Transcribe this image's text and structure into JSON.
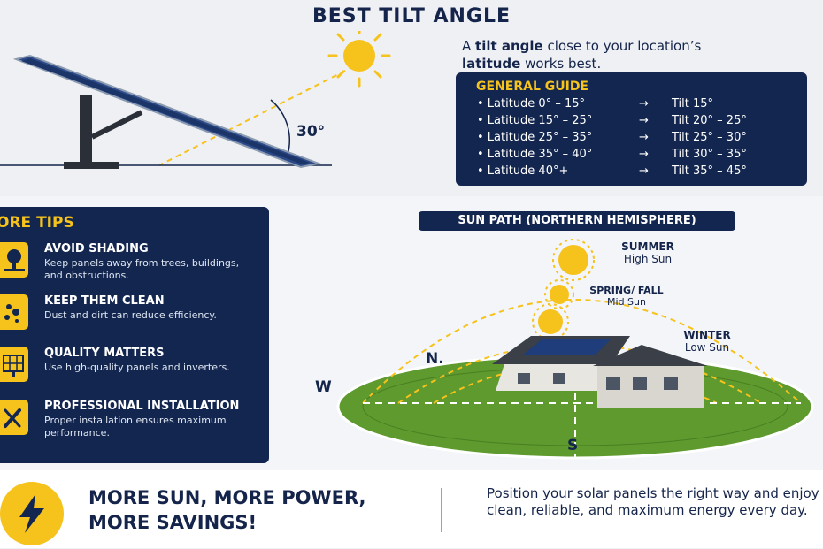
{
  "title": "BEST TILT ANGLE",
  "intro": {
    "part1": "A ",
    "bold1": "tilt angle",
    "part2": " close to your location’s ",
    "bold2": "latitude",
    "part3": " works best."
  },
  "angle_label": "30°",
  "guide": {
    "title": "GENERAL GUIDE",
    "arrow": "→",
    "rows": [
      {
        "latitude": "• Latitude 0° – 15°",
        "tilt": "Tilt 15°"
      },
      {
        "latitude": "• Latitude 15° – 25°",
        "tilt": "Tilt 20° – 25°"
      },
      {
        "latitude": "• Latitude 25° – 35°",
        "tilt": "Tilt 25° – 30°"
      },
      {
        "latitude": "• Latitude 35° – 40°",
        "tilt": "Tilt 30° – 35°"
      },
      {
        "latitude": "• Latitude 40°+",
        "tilt": "Tilt 35° – 45°"
      }
    ]
  },
  "tips": {
    "title": "ORE TIPS",
    "items": [
      {
        "heading": "AVOID SHADING",
        "text": "Keep panels away from trees, buildings, and obstructions.",
        "icon": "tree-icon"
      },
      {
        "heading": "KEEP THEM CLEAN",
        "text": "Dust and dirt can reduce efficiency.",
        "icon": "dirt-icon"
      },
      {
        "heading": "QUALITY MATTERS",
        "text": "Use high-quality panels and inverters.",
        "icon": "solar-panel-icon"
      },
      {
        "heading": "PROFESSIONAL INSTALLATION",
        "text": "Proper installation ensures maximum performance.",
        "icon": "tools-icon"
      }
    ]
  },
  "sun_path": {
    "title": "SUN PATH (NORTHERN HEMISPHERE)",
    "summer": {
      "name": "SUMMER",
      "desc": "High Sun"
    },
    "spring": {
      "name": "SPRING/ FALL",
      "desc": "Mid Sun"
    },
    "winter": {
      "name": "WINTER",
      "desc": "Low Sun"
    },
    "dir_w": "W",
    "dir_n": "N.",
    "dir_s": "S"
  },
  "bottom": {
    "slogan_line1": "MORE SUN, MORE POWER,",
    "slogan_line2": "MORE SAVINGS!",
    "text": "Position your solar panels the right way and enjoy clean, reliable, and maximum energy every day."
  },
  "colors": {
    "navy": "#13264f",
    "accent": "#f6c21c",
    "grass": "#5e9a2e"
  }
}
